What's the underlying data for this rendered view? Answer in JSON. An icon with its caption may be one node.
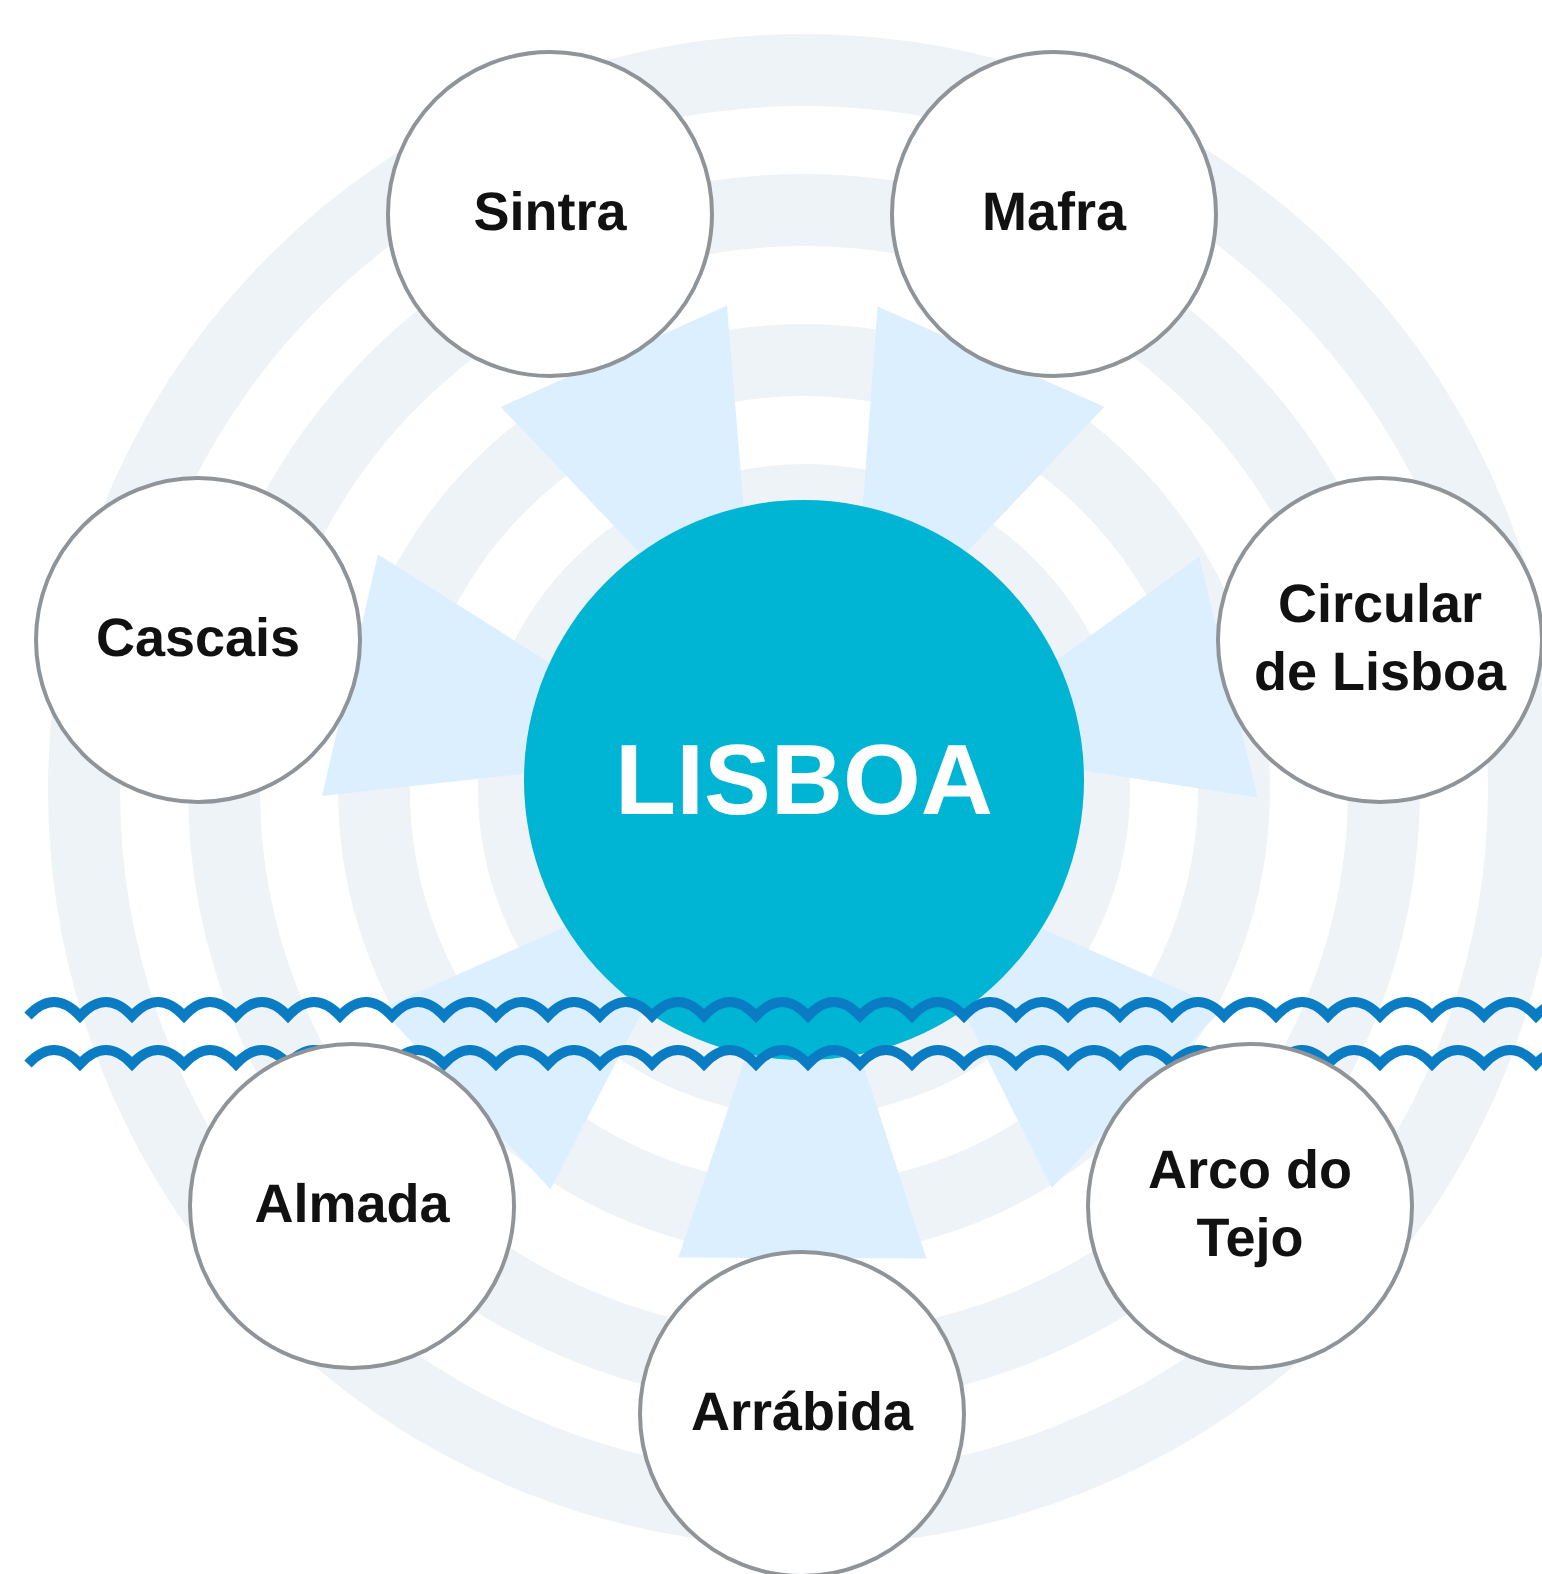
{
  "diagram": {
    "nodes": [
      {
        "text": [
          "Sintra"
        ]
      },
      {
        "text": [
          "Mafra"
        ]
      },
      {
        "text": [
          "Cascais"
        ]
      },
      {
        "text": [
          "Circular de Lisboa"
        ]
      },
      {
        "text": [
          "LISBOA"
        ]
      },
      {
        "text": [
          "Almada"
        ]
      },
      {
        "text": [
          "Arco do Tejo"
        ]
      },
      {
        "text": [
          "Arrábida"
        ]
      }
    ],
    "edges": [
      {
        "from": 4,
        "to": 0,
        "arrow": "none"
      },
      {
        "from": 4,
        "to": 1,
        "arrow": "none"
      },
      {
        "from": 4,
        "to": 2,
        "arrow": "none"
      },
      {
        "from": 4,
        "to": 3,
        "arrow": "none"
      },
      {
        "from": 4,
        "to": 5,
        "arrow": "none"
      },
      {
        "from": 4,
        "to": 6,
        "arrow": "none"
      },
      {
        "from": 4,
        "to": 7,
        "arrow": "none"
      }
    ]
  }
}
